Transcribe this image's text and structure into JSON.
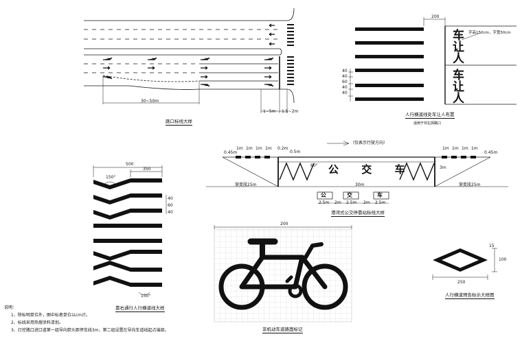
{
  "intersection": {
    "caption": "路口标线大样",
    "dim_taper": "30~50m",
    "dim_1": "1~5m",
    "dim_2": "1.5~2m"
  },
  "crosswalk_yield": {
    "caption": "人行横道线处车让人布置",
    "subcaption": "适用于非右拐路口",
    "dim_top": "200",
    "text_note": "字高150cm，字宽50cm",
    "yield_text": "车让人",
    "stripe_dims": [
      "40",
      "40",
      "60",
      "40",
      "40"
    ]
  },
  "bus_stop": {
    "caption": "港湾式公交停靠站标线大样",
    "direction": "（仅表示行驶方向）",
    "seg_1m": [
      "1m",
      "1m",
      "1m",
      "1m",
      "1m"
    ],
    "dim_02": "0.2m",
    "dim_05": "0.5m",
    "angle": "60°",
    "bus_text": "公 交 车",
    "dim_3m": "3m",
    "dim_30m": "30m",
    "taper_left": "渐变段25m",
    "taper_right": "渐变段25m",
    "dim_045_l": "0.45m",
    "dim_045_r": "0.45m",
    "dim_3m_r": "3m",
    "legend_chars": [
      "公",
      "交",
      "车"
    ],
    "legend_dims": [
      "2.5m",
      "2m",
      "2.5m",
      "2m",
      "2.5m"
    ]
  },
  "zigzag": {
    "caption": "靠右通行人行横道线大样",
    "dim_500": "500",
    "dim_350": "350",
    "angle_top": "150°",
    "angle_bottom": "150°",
    "side_dims": [
      "40",
      "60",
      "40"
    ]
  },
  "bicycle": {
    "caption": "非机动车道路面标记",
    "dim_200": "200"
  },
  "diamond": {
    "caption": "人行横道预告标示大样图",
    "dim_250": "250",
    "dim_100": "100",
    "dim_15": "15"
  },
  "notes": {
    "title": "说明：",
    "items": [
      "1、除标明单位外，图中标者单位以cm计。",
      "2、标线采用热熔涂料漆划。",
      "3、灯控路口进口道第一组导向箭头距停车线3m，第二组设置在导向车道线起点端部。"
    ]
  }
}
